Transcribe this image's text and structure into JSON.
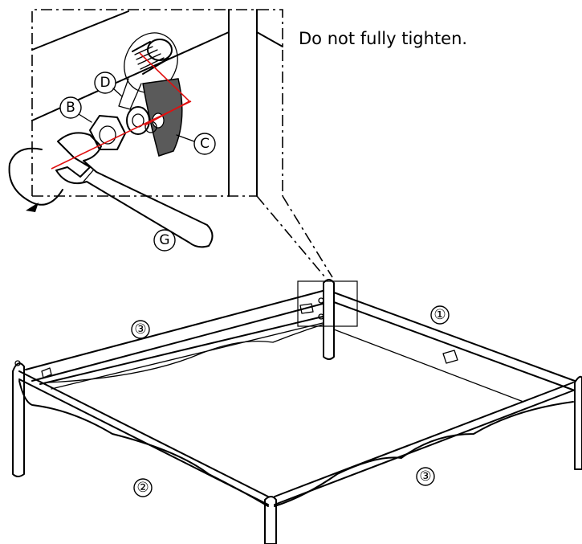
{
  "note": "Do not fully tighten.",
  "callouts": {
    "B": "B",
    "C": "C",
    "D": "D",
    "G": "G"
  },
  "parts": {
    "rail_back_right": "①",
    "rail_front_left": "②",
    "rail_back_left": "③",
    "rail_front_right": "③"
  },
  "colors": {
    "line": "#000000",
    "hidden_line": "#e01010",
    "plate": "#5a5a5a",
    "background": "#ffffff"
  }
}
